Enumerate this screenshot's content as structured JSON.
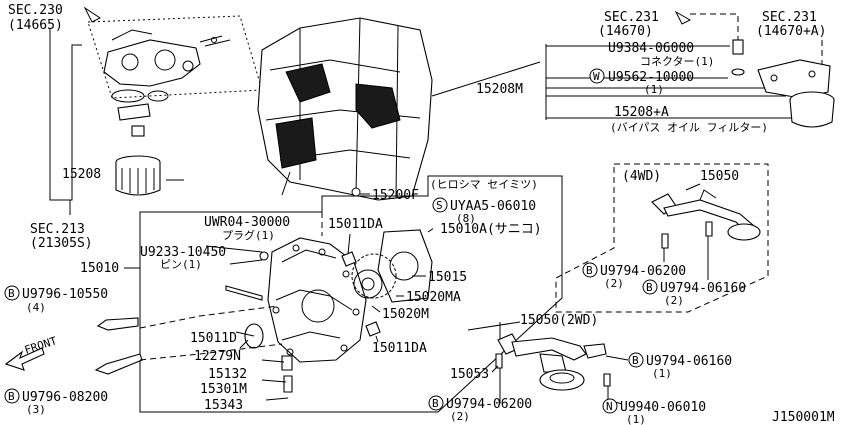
{
  "labels": {
    "sec230": "SEC.230",
    "sec230_code": "(14665)",
    "sec213": "SEC.213",
    "sec213_code": "(21305S)",
    "sec231_a": "SEC.231",
    "sec231_a_code": "(14670)",
    "sec231_b": "SEC.231",
    "sec231_b_code": "(14670+A)",
    "p15208": "15208",
    "p15208m": "15208M",
    "pU9384": "U9384-06000",
    "pU9384_note": "コネクター(1)",
    "pU9562": "U9562-10000",
    "pU9562_qty": "(1)",
    "p15208a": "15208+A",
    "p15208a_note": "(バイパス オイル フィルター)",
    "p15200f": "15200F",
    "hiroshima_note": "(ヒロシマ セイミツ)",
    "pUYAA5": "UYAA5-06010",
    "pUYAA5_qty": "(8)",
    "p15010a": "15010A(サニコ)",
    "pUWR04": "UWR04-30000",
    "pUWR04_note": "プラグ(1)",
    "p15011da_a": "15011DA",
    "pU9233": "U9233-10450",
    "pU9233_note": "ピン(1)",
    "p15010": "15010",
    "p15015": "15015",
    "p15020ma": "15020MA",
    "pU9796_10550": "U9796-10550",
    "pU9796_10550_qty": "(4)",
    "p15020m": "15020M",
    "p15011d": "15011D",
    "p12279n": "12279N",
    "p15011da_b": "15011DA",
    "front": "FRONT",
    "pU9796_08200": "U9796-08200",
    "pU9796_08200_qty": "(3)",
    "p15132": "15132",
    "p15301m": "15301M",
    "p15343": "15343",
    "p4wd": "(4WD)",
    "p15050": "15050",
    "pU9794_06200_a": "U9794-06200",
    "pU9794_06200_a_qty": "(2)",
    "pU9794_06160_a": "U9794-06160",
    "pU9794_06160_a_qty": "(2)",
    "p15050_2wd": "15050(2WD)",
    "pU9794_06160_b": "U9794-06160",
    "pU9794_06160_b_qty": "(1)",
    "p15053": "15053",
    "pU9794_06200_b": "U9794-06200",
    "pU9794_06200_b_qty": "(2)",
    "pU9940": "U9940-06010",
    "pU9940_qty": "(1)",
    "diagram_id": "J150001M"
  },
  "markers": {
    "bolt": "B",
    "washer": "W",
    "screw": "S",
    "nut": "N"
  }
}
